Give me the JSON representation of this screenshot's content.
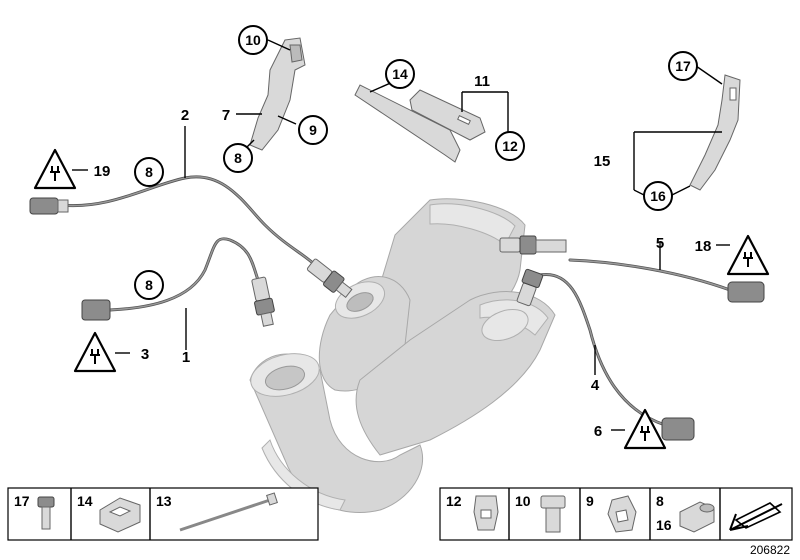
{
  "callouts": {
    "c1": "1",
    "c2": "2",
    "c3": "3",
    "c4": "4",
    "c5": "5",
    "c6": "6",
    "c7": "7",
    "c8a": "8",
    "c8b": "8",
    "c8c": "8",
    "c9": "9",
    "c10": "10",
    "c11": "11",
    "c12": "12",
    "c14": "14",
    "c15": "15",
    "c16": "16",
    "c17": "17",
    "c18": "18",
    "c19": "19"
  },
  "legend_left": [
    {
      "number": "17"
    },
    {
      "number": "14"
    },
    {
      "number": "13"
    }
  ],
  "legend_right": [
    {
      "number": "12"
    },
    {
      "number": "10"
    },
    {
      "number": "9"
    },
    {
      "number": "8"
    },
    {
      "number": "16"
    }
  ],
  "doc_number": "206822",
  "icons": {
    "warning": "warning-electrical-triangle-icon",
    "arrow": "navigation-arrow-icon"
  }
}
